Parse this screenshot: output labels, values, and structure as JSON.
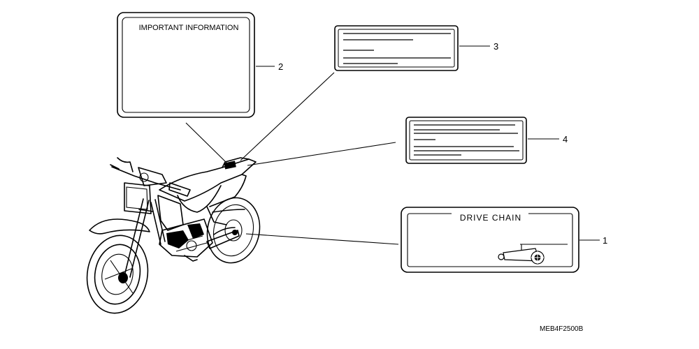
{
  "labels": {
    "important_information": {
      "title": "IMPORTANT INFORMATION",
      "callout": "2"
    },
    "label_three": {
      "callout": "3"
    },
    "label_four": {
      "callout": "4"
    },
    "drive_chain": {
      "title": "DRIVE CHAIN",
      "callout": "1"
    }
  },
  "diagram_code": "MEB4F2500B"
}
